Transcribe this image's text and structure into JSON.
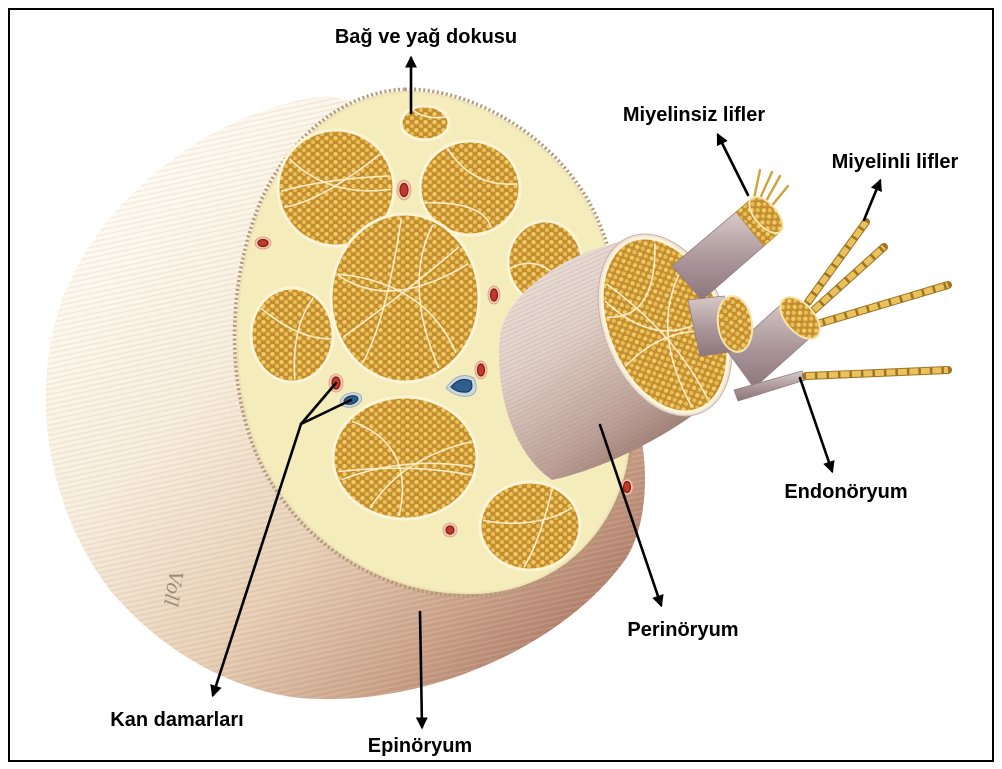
{
  "labels": {
    "connective_fat_tissue": "Bağ ve yağ dokusu",
    "unmyelinated_fibers": "Miyelinsiz lifler",
    "myelinated_fibers": "Miyelinli lifler",
    "endoneurium": "Endonöryum",
    "perineurium": "Perinöryum",
    "epineurium": "Epinöryum",
    "blood_vessels": "Kan damarları"
  },
  "signature": "Voll",
  "colors": {
    "label_text": "#000000",
    "arrow": "#000000",
    "artery": "#c0392b",
    "vein": "#2d5e8c",
    "connective_tissue": "#f4ecbb",
    "fascicle": "#efcb66"
  }
}
